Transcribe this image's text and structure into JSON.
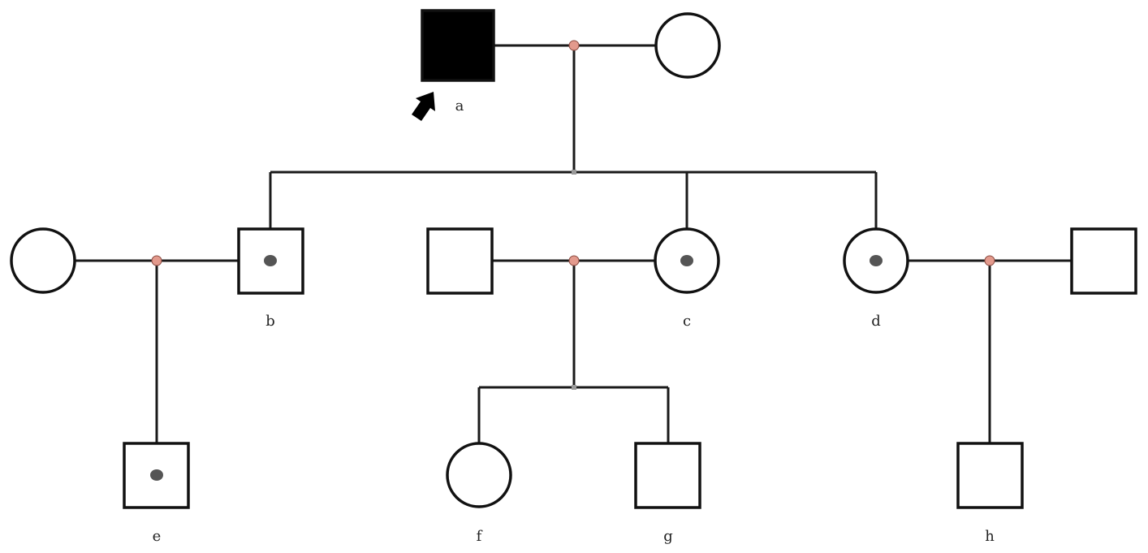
{
  "diagram": {
    "type": "pedigree",
    "colors": {
      "affected": "#000000",
      "carrier_dot": "#555555",
      "union_node": "#e39a8d"
    },
    "individuals": [
      {
        "id": "a",
        "label": "a",
        "sex": "male",
        "status": "affected",
        "proband": true,
        "generation": 1
      },
      {
        "id": "a_spouse",
        "label": "",
        "sex": "female",
        "status": "unaffected",
        "generation": 1
      },
      {
        "id": "b",
        "label": "b",
        "sex": "male",
        "status": "carrier",
        "generation": 2
      },
      {
        "id": "b_spouse",
        "label": "",
        "sex": "female",
        "status": "unaffected",
        "generation": 2
      },
      {
        "id": "c",
        "label": "c",
        "sex": "female",
        "status": "carrier",
        "generation": 2
      },
      {
        "id": "c_spouse",
        "label": "",
        "sex": "male",
        "status": "unaffected",
        "generation": 2
      },
      {
        "id": "d",
        "label": "d",
        "sex": "female",
        "status": "carrier",
        "generation": 2
      },
      {
        "id": "d_spouse",
        "label": "",
        "sex": "male",
        "status": "unaffected",
        "generation": 2
      },
      {
        "id": "e",
        "label": "e",
        "sex": "male",
        "status": "carrier",
        "generation": 3
      },
      {
        "id": "f",
        "label": "f",
        "sex": "female",
        "status": "unaffected",
        "generation": 3
      },
      {
        "id": "g",
        "label": "g",
        "sex": "male",
        "status": "unaffected",
        "generation": 3
      },
      {
        "id": "h",
        "label": "h",
        "sex": "male",
        "status": "unaffected",
        "generation": 3
      }
    ],
    "unions": [
      {
        "partners": [
          "a",
          "a_spouse"
        ],
        "children": [
          "b",
          "c",
          "d"
        ]
      },
      {
        "partners": [
          "b_spouse",
          "b"
        ],
        "children": [
          "e"
        ]
      },
      {
        "partners": [
          "c_spouse",
          "c"
        ],
        "children": [
          "f",
          "g"
        ]
      },
      {
        "partners": [
          "d",
          "d_spouse"
        ],
        "children": [
          "h"
        ]
      }
    ]
  }
}
